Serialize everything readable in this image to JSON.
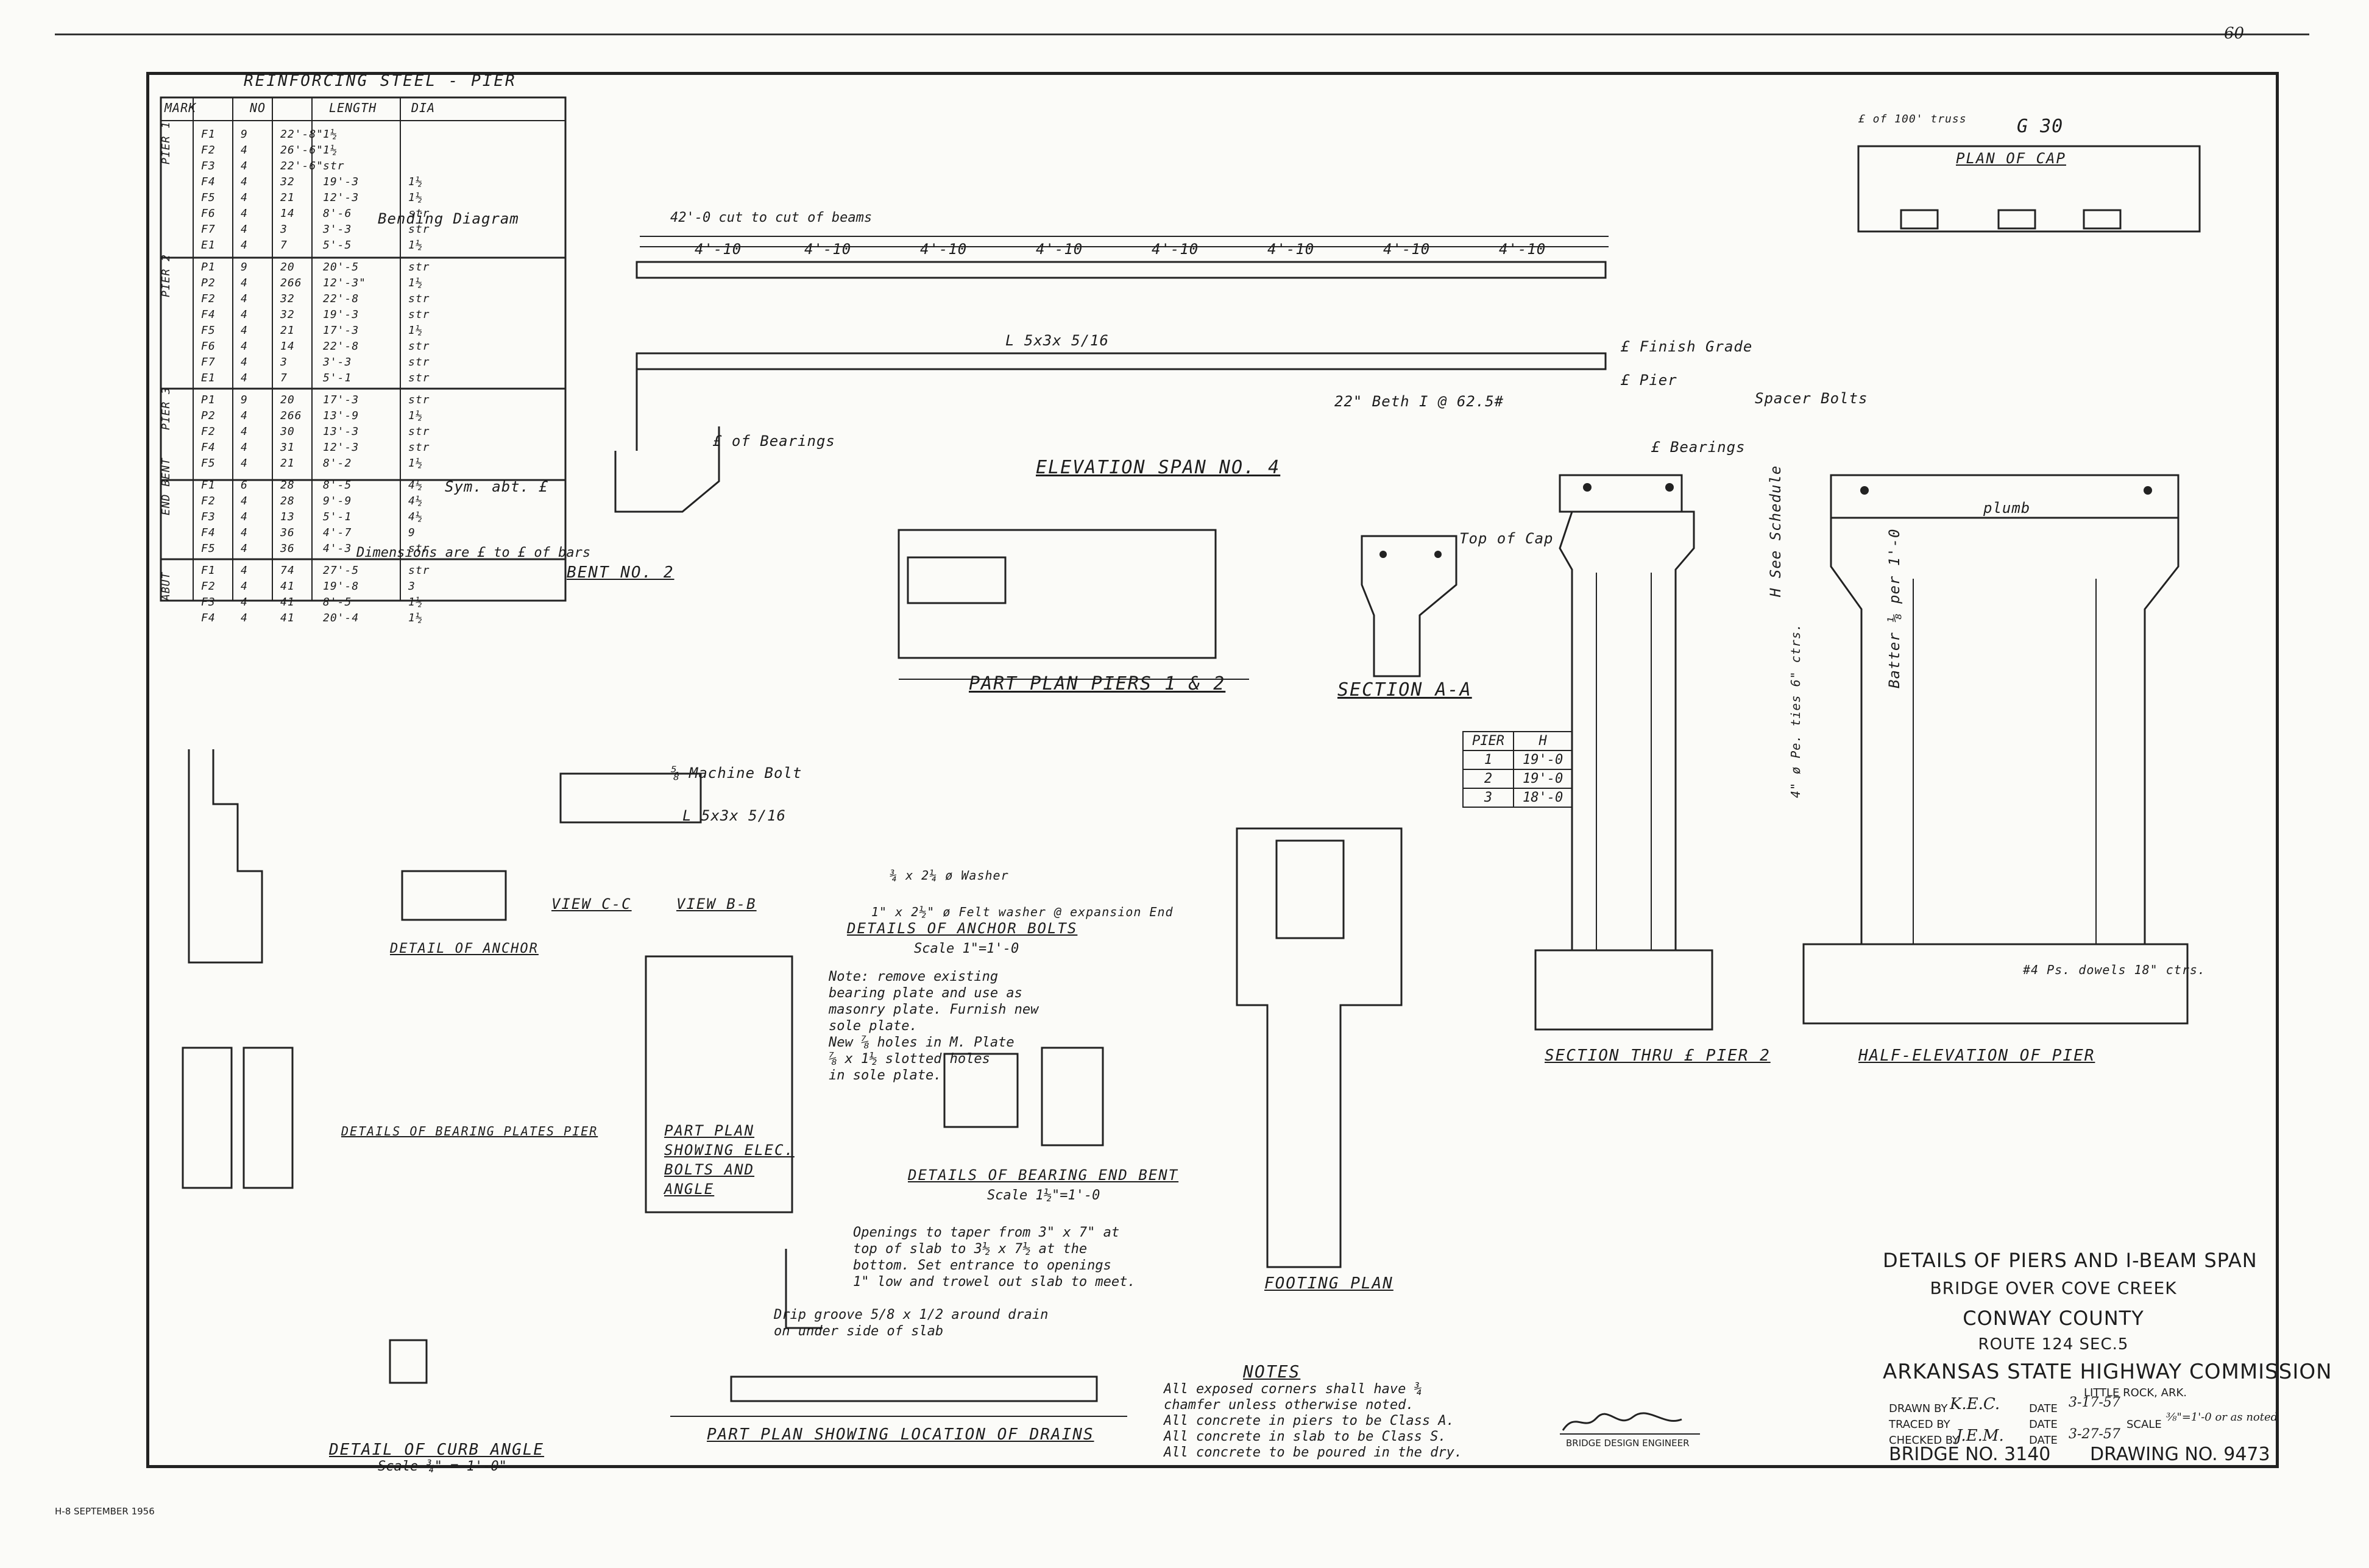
{
  "page_number": "60",
  "top_corner": {
    "rev": "G 30",
    "note": "£ of 100' truss"
  },
  "schedule": {
    "title": "REINFORCING STEEL - PIER",
    "headers": [
      "MARK",
      "NO",
      "LENGTH",
      "DIA"
    ],
    "groups": [
      {
        "label": "PIER 1",
        "rows": [
          [
            "F1",
            "9",
            "22'-8\"",
            "1½"
          ],
          [
            "F2",
            "4",
            "26'-6\"",
            "1½"
          ],
          [
            "F3",
            "4",
            "22'-6\"",
            "str"
          ],
          [
            "F4",
            "4",
            "32",
            "19'-3",
            "1½"
          ],
          [
            "F5",
            "4",
            "21",
            "12'-3",
            "1½"
          ],
          [
            "F6",
            "4",
            "14",
            "8'-6",
            "str"
          ],
          [
            "F7",
            "4",
            "3",
            "3'-3",
            "str"
          ],
          [
            "E1",
            "4",
            "7",
            "5'-5",
            "1½"
          ]
        ]
      },
      {
        "label": "PIER 2",
        "rows": [
          [
            "P1",
            "9",
            "20",
            "20'-5",
            "str"
          ],
          [
            "P2",
            "4",
            "266",
            "12'-3\"",
            "1½"
          ],
          [
            "F2",
            "4",
            "32",
            "22'-8",
            "str"
          ],
          [
            "F4",
            "4",
            "32",
            "19'-3",
            "str"
          ],
          [
            "F5",
            "4",
            "21",
            "17'-3",
            "1½"
          ],
          [
            "F6",
            "4",
            "14",
            "22'-8",
            "str"
          ],
          [
            "F7",
            "4",
            "3",
            "3'-3",
            "str"
          ],
          [
            "E1",
            "4",
            "7",
            "5'-1",
            "str"
          ]
        ]
      },
      {
        "label": "PIER 3",
        "rows": [
          [
            "P1",
            "9",
            "20",
            "17'-3",
            "str"
          ],
          [
            "P2",
            "4",
            "266",
            "13'-9",
            "1½"
          ],
          [
            "F2",
            "4",
            "30",
            "13'-3",
            "str"
          ],
          [
            "F4",
            "4",
            "31",
            "12'-3",
            "str"
          ],
          [
            "F5",
            "4",
            "21",
            "8'-2",
            "1½"
          ]
        ]
      },
      {
        "label": "END BENT",
        "rows": [
          [
            "F1",
            "6",
            "28",
            "8'-5",
            "4½"
          ],
          [
            "F2",
            "4",
            "28",
            "9'-9",
            "4½"
          ],
          [
            "F3",
            "4",
            "13",
            "5'-1",
            "4½"
          ],
          [
            "F4",
            "4",
            "36",
            "4'-7",
            "9"
          ],
          [
            "F5",
            "4",
            "36",
            "4'-3",
            "str"
          ]
        ]
      },
      {
        "label": "ABUT",
        "rows": [
          [
            "F1",
            "4",
            "74",
            "27'-5",
            "str"
          ],
          [
            "F2",
            "4",
            "41",
            "19'-8",
            "3"
          ],
          [
            "F3",
            "4",
            "41",
            "8'-5",
            "1½"
          ],
          [
            "F4",
            "4",
            "41",
            "20'-4",
            "1½"
          ]
        ]
      }
    ]
  },
  "labels": {
    "bending_diagram": "Bending Diagram",
    "dim_note": "Dimensions are £ to £ of bars",
    "symmetrical": "Sym. abt. £",
    "bent_no2": "BENT NO. 2",
    "elevation_span": "ELEVATION SPAN NO. 4",
    "part_plan_piers": "PART PLAN PIERS 1 & 2",
    "section_aa": "SECTION A-A",
    "section_thru": "SECTION THRU £ PIER 2",
    "half_elevation": "HALF-ELEVATION OF PIER",
    "footing_plan": "FOOTING PLAN",
    "plan_of_cap": "PLAN OF CAP",
    "view_cc": "VIEW C-C",
    "view_bb": "VIEW B-B",
    "detail_of_a": "DETAIL OF ANCHOR",
    "anchor_bolts": "DETAILS OF ANCHOR BOLTS",
    "anchor_scale": "Scale 1\"=1'-0",
    "bearing_plates": "DETAILS OF BEARING PLATES PIER",
    "bearing_end_bent": "DETAILS OF BEARING END BENT",
    "bearing_end_scale": "Scale 1½\"=1'-0",
    "part_plan_drains": "PART PLAN SHOWING LOCATION OF DRAINS",
    "curb_angle": "DETAIL OF CURB ANGLE",
    "curb_scale": "Scale ¾\" = 1'-0\"",
    "part_plan_bolts": "PART PLAN SHOWING ELEC. BOLTS AND ANGLE",
    "cl_of_beams": "42'-0 cut to cut of beams",
    "beam_name": "22\" Beth I @ 62.5#",
    "finish_grade": "£ Finish Grade",
    "cl_pier": "£ Pier",
    "cl_bearings": "£ Bearings",
    "cl_of_bearings": "£ of Bearings",
    "spacer_bolts": "Spacer Bolts",
    "top_of_cap": "Top of Cap",
    "h_see_schedule": "H See Schedule",
    "batter": "Batter ⅛ per 1'-0",
    "plumb": "plumb",
    "angle_size": "L 5x3x 5/16",
    "machine_bolt": "⅝ Machine Bolt",
    "anchor_washer": "¾ x 2¼ ø Washer",
    "felt_washer": "1\" x 2½\" ø Felt washer @ expansion End",
    "drain_note": "Openings to taper from 3\" x 7\" at\ntop of slab to 3½ x 7½ at the\nbottom. Set entrance to openings\n1\" low and trowel out slab to meet.",
    "drip_note": "Drip groove 5/8 x 1/2 around drain\non under side of slab",
    "bearing_note": "Note: remove existing\nbearing plate and use as\nmasonry plate. Furnish new\nsole plate.\nNew ⅞ holes in M. Plate\n⅞ x 1½ slotted holes\nin sole plate.",
    "pier_spacing": "4\" ø Pe. ties 6\" ctrs.",
    "dowels": "#4 Ps. dowels 18\" ctrs."
  },
  "pier_height_table": {
    "headers": [
      "PIER",
      "H"
    ],
    "rows": [
      [
        "1",
        "19'-0"
      ],
      [
        "2",
        "19'-0"
      ],
      [
        "3",
        "18'-0"
      ]
    ]
  },
  "dimensions": {
    "spans": [
      "4'-10",
      "4'-10",
      "4'-10",
      "4'-10",
      "4'-10",
      "4'-10",
      "4'-10",
      "4'-10"
    ],
    "span_top": "42'-0"
  },
  "notes": {
    "title": "NOTES",
    "lines": [
      "All exposed corners shall have ¾",
      "chamfer unless otherwise noted.",
      "All concrete in piers to be Class A.",
      "All concrete in slab to be Class S.",
      "All concrete to be poured in the dry."
    ]
  },
  "title_block": {
    "line1": "DETAILS OF PIERS AND I-BEAM SPAN",
    "line2": "BRIDGE OVER COVE CREEK",
    "line3": "CONWAY COUNTY",
    "line4": "ROUTE 124   SEC.5",
    "line5": "ARKANSAS STATE HIGHWAY COMMISSION",
    "line6": "LITTLE ROCK, ARK.",
    "drawn_by_label": "DRAWN BY",
    "drawn_by": "K.E.C.",
    "traced_by_label": "TRACED BY",
    "checked_by_label": "CHECKED BY",
    "checked_by": "J.E.M.",
    "date_label": "DATE",
    "drawn_date": "3-17-57",
    "checked_date": "3-27-57",
    "scale_label": "SCALE",
    "scale": "⅜\"=1'-0 or as noted",
    "bridge_no": "BRIDGE NO. 3140",
    "drawing_no": "DRAWING NO. 9473",
    "engineer_caption": "BRIDGE DESIGN ENGINEER"
  },
  "footer": "H-8  SEPTEMBER 1956"
}
